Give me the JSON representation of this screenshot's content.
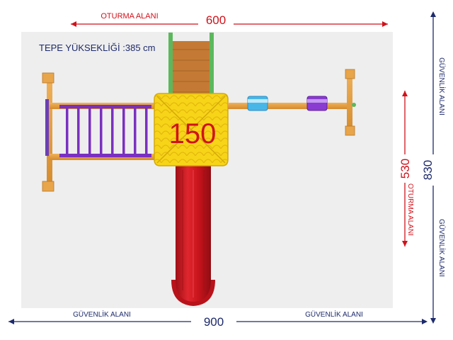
{
  "labels": {
    "top_dimension": "600",
    "top_area_label": "OTURMA ALANI",
    "height_label": "TEPE YÜKSEKLİĞİ :385 cm",
    "platform_height": "150",
    "right_inner_dimension": "530",
    "right_inner_area_label": "OTURMA ALANI",
    "right_outer_dimension": "830",
    "right_outer_label_top": "GÜVENLİK ALANI",
    "right_outer_label_bottom": "GÜVENLİK ALANI",
    "bottom_dimension": "900",
    "bottom_label_left": "GÜVENLİK ALANI",
    "bottom_label_right": "GÜVENLİK ALANI"
  },
  "colors": {
    "seating_area": "#eeeeee",
    "dimension_red": "#d0121b",
    "dimension_navy": "#1d2a6b",
    "platform_yellow": "#f7d417",
    "slide_red": "#c8141c",
    "wood": "#e29a3a",
    "climber_purple": "#7a2fc0",
    "roof_brown": "#b06a2c",
    "side_green": "#5cb85c"
  }
}
